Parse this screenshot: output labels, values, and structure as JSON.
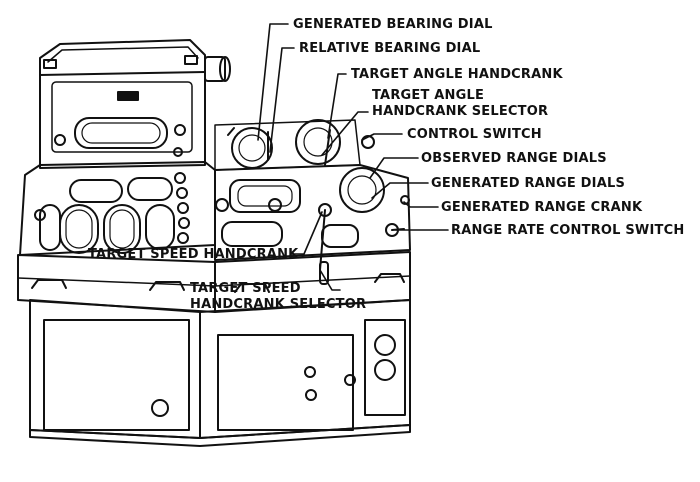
{
  "labels": {
    "generated_bearing_dial": "GENERATED BEARING DIAL",
    "relative_bearing_dial": "RELATIVE BEARING DIAL",
    "target_angle_handcrank": "TARGET ANGLE HANDCRANK",
    "target_angle_handcrank_selector_line1": "TARGET ANGLE",
    "target_angle_handcrank_selector_line2": "HANDCRANK SELECTOR",
    "control_switch": "CONTROL SWITCH",
    "observed_range_dials": "OBSERVED RANGE DIALS",
    "generated_range_dials": "GENERATED RANGE DIALS",
    "generated_range_crank": "GENERATED RANGE CRANK",
    "range_rate_control_switch": "RANGE RATE CONTROL SWITCH",
    "target_speed_handcrank": "TARGET SPEED HANDCRANK",
    "target_speed_handcrank_selector_line1": "TARGET SPEED",
    "target_speed_handcrank_selector_line2": "HANDCRANK SELECTOR"
  },
  "colors": {
    "ink": "#111111",
    "paper": "#ffffff"
  }
}
